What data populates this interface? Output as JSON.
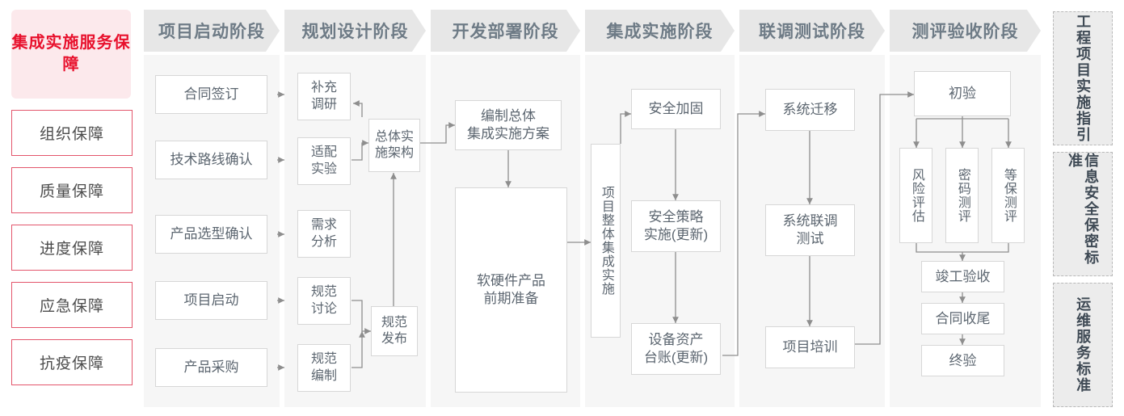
{
  "brand": {
    "title": "集成实施服务保障",
    "bg": "#fce9ec",
    "color": "#e8112d"
  },
  "guarantees": [
    {
      "label": "组织保障"
    },
    {
      "label": "质量保障"
    },
    {
      "label": "进度保障"
    },
    {
      "label": "应急保障"
    },
    {
      "label": "抗疫保障"
    }
  ],
  "phases": [
    {
      "title": "项目启动阶段"
    },
    {
      "title": "规划设计阶段"
    },
    {
      "title": "开发部署阶段"
    },
    {
      "title": "集成实施阶段"
    },
    {
      "title": "联调测试阶段"
    },
    {
      "title": "测评验收阶段"
    }
  ],
  "nodes": {
    "p1": [
      {
        "label": "合同签订"
      },
      {
        "label": "技术路线确认"
      },
      {
        "label": "产品选型确认"
      },
      {
        "label": "项目启动"
      },
      {
        "label": "产品采购"
      }
    ],
    "p2_left": [
      {
        "label": "补充\n调研"
      },
      {
        "label": "适配\n实验"
      },
      {
        "label": "需求\n分析"
      },
      {
        "label": "规范\n讨论"
      },
      {
        "label": "规范\n编制"
      }
    ],
    "p2_right": [
      {
        "label": "总体实\n施架构"
      },
      {
        "label": "规范\n发布"
      }
    ],
    "p3": [
      {
        "label": "编制总体\n集成实施方案"
      },
      {
        "label": "软硬件产品\n前期准备"
      }
    ],
    "p4_vert": {
      "label": "项目整体集成实施"
    },
    "p4": [
      {
        "label": "安全加固"
      },
      {
        "label": "安全策略\n实施(更新)"
      },
      {
        "label": "设备资产\n台账(更新)"
      }
    ],
    "p5": [
      {
        "label": "系统迁移"
      },
      {
        "label": "系统联调\n测试"
      },
      {
        "label": "项目培训"
      }
    ],
    "p6_top": {
      "label": "初验"
    },
    "p6_vert": [
      {
        "label": "风险评估"
      },
      {
        "label": "密码测评"
      },
      {
        "label": "等保测评"
      }
    ],
    "p6_tail": [
      {
        "label": "竣工验收"
      },
      {
        "label": "合同收尾"
      },
      {
        "label": "终验"
      }
    ]
  },
  "standards": [
    {
      "label": "工程项目实施指引"
    },
    {
      "label": "信息安全保密标准"
    },
    {
      "label": "运维服务标准"
    }
  ],
  "colors": {
    "header_bg": "#e7e7e7",
    "header_text": "#6e7b86",
    "panel_bg": "#f6f6f6",
    "node_border": "#d7d7d7",
    "node_text": "#5c6670",
    "wire": "#8e8e8e",
    "guard_border": "#e3566c",
    "std_bg": "#ececec",
    "std_border": "#b9b9b9"
  }
}
